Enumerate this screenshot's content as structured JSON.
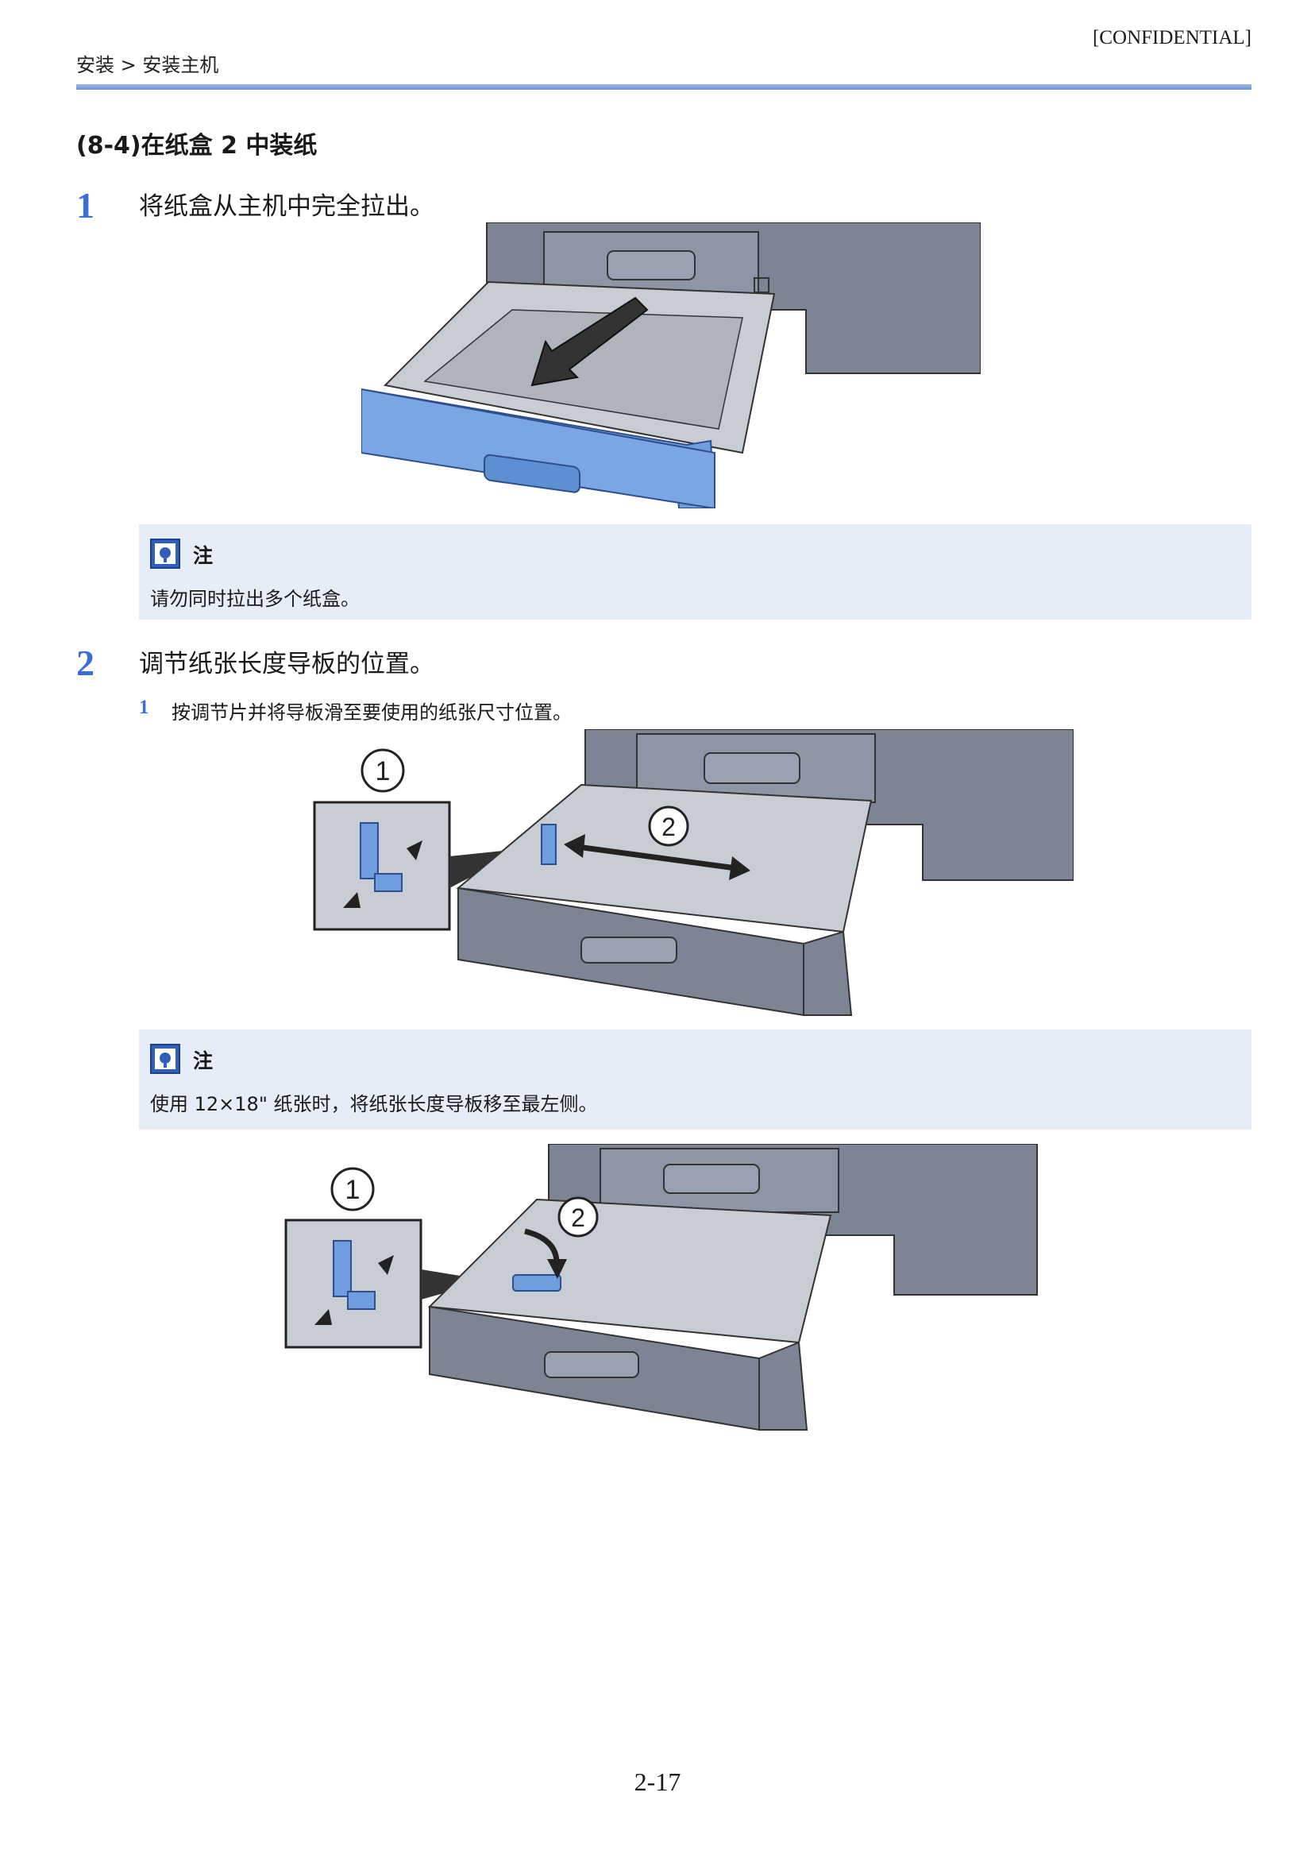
{
  "header": {
    "confidential": "[CONFIDENTIAL]",
    "breadcrumb": "安装 > 安装主机"
  },
  "section": {
    "title": "(8-4)在纸盒 2 中装纸"
  },
  "steps": [
    {
      "number": "1",
      "text": "将纸盒从主机中完全拉出。"
    },
    {
      "number": "2",
      "text": "调节纸张长度导板的位置。",
      "substeps": [
        {
          "number": "1",
          "text": "按调节片并将导板滑至要使用的纸张尺寸位置。"
        }
      ]
    }
  ],
  "notes": [
    {
      "label": "注",
      "text": "请勿同时拉出多个纸盒。"
    },
    {
      "label": "注",
      "text": "使用 12×18\" 纸张时，将纸张长度导板移至最左侧。"
    }
  ],
  "figures": {
    "callout_1": "1",
    "callout_2": "2"
  },
  "colors": {
    "accent_blue": "#3a6fd8",
    "note_background": "#e6ecf8",
    "tray_highlight": "#6f9ee0",
    "machine_gray": "#7d8494"
  },
  "icons": [
    "note-icon"
  ],
  "footer": {
    "page_number": "2-17"
  }
}
